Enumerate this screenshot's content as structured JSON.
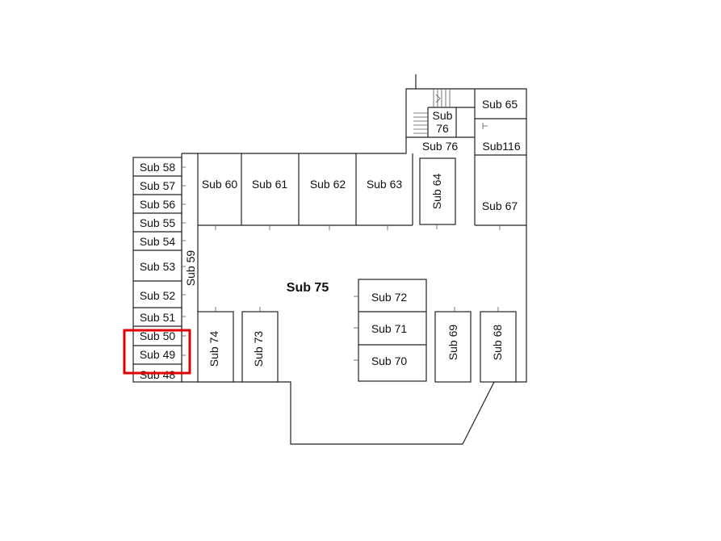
{
  "plan": {
    "units": {
      "sub58": "Sub 58",
      "sub57": "Sub 57",
      "sub56": "Sub 56",
      "sub55": "Sub 55",
      "sub54": "Sub 54",
      "sub53": "Sub 53",
      "sub52": "Sub 52",
      "sub51": "Sub 51",
      "sub50": "Sub 50",
      "sub49": "Sub 49",
      "sub48": "Sub 48",
      "sub59": "Sub 59",
      "sub60": "Sub 60",
      "sub61": "Sub 61",
      "sub62": "Sub 62",
      "sub63": "Sub 63",
      "sub64": "Sub 64",
      "sub65": "Sub 65",
      "sub76a": "Sub",
      "sub76b": "76",
      "sub76": "Sub 76",
      "sub116": "Sub116",
      "sub67": "Sub 67",
      "sub75": "Sub 75",
      "sub72": "Sub 72",
      "sub71": "Sub 71",
      "sub70": "Sub 70",
      "sub74": "Sub 74",
      "sub73": "Sub 73",
      "sub69": "Sub 69",
      "sub68": "Sub 68"
    },
    "highlight_color": "#e00000"
  }
}
